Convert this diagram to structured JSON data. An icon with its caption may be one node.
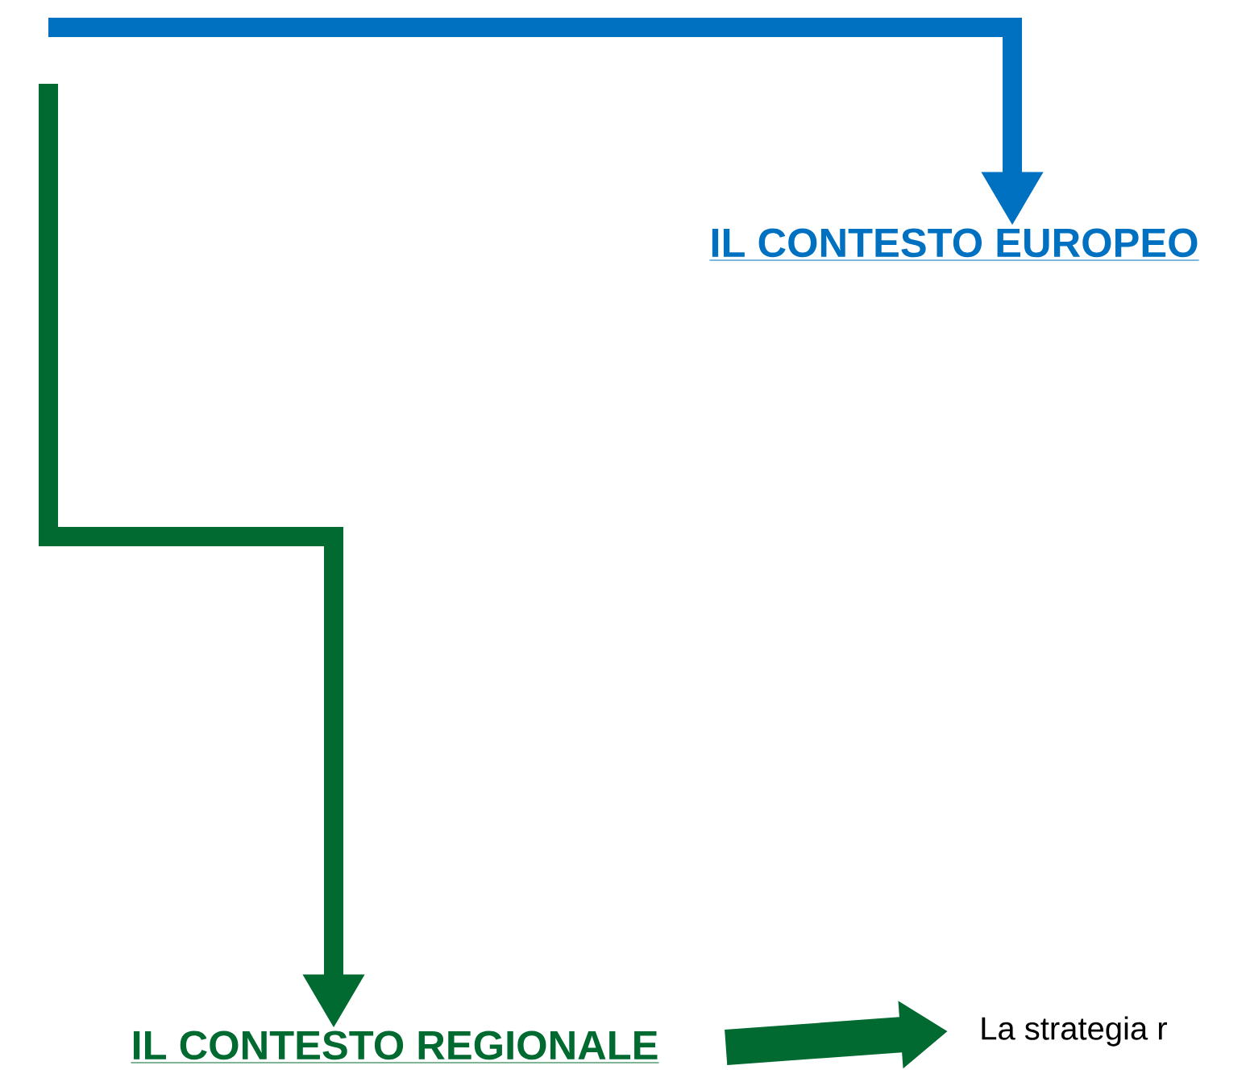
{
  "diagram": {
    "nodes": [
      {
        "text": [
          "IL CONTESTO EUROPEO"
        ]
      },
      {
        "text": [
          "IL CONTESTO REGIONALE"
        ]
      },
      {
        "text": [
          "La strategia r"
        ]
      }
    ],
    "edges": [
      {
        "from": null,
        "to": 0,
        "arrow": "to",
        "color": "#0070c0"
      },
      {
        "from": null,
        "to": 1,
        "arrow": "to",
        "color": "#006a31"
      },
      {
        "from": 1,
        "to": 2,
        "arrow": "to",
        "style": "thick",
        "color": "#006a31"
      }
    ]
  }
}
